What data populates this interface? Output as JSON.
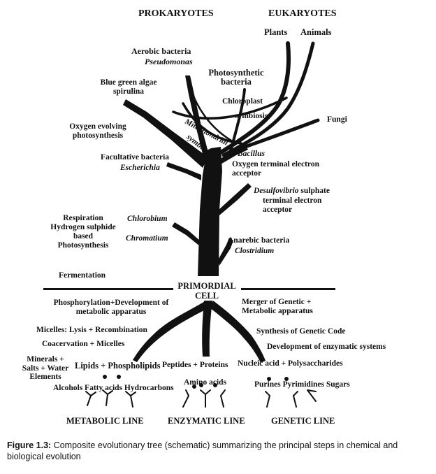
{
  "headers": {
    "prokaryotes": "PROKARYOTES",
    "eukaryotes": "EUKARYOTES",
    "plants": "Plants",
    "animals": "Animals"
  },
  "tree_labels": {
    "aerobic_bacteria": "Aerobic bacteria",
    "pseudomonas": "Pseudomonas",
    "photosynthetic_bacteria": "Photosynthetic\nbacteria",
    "blue_green_algae": "Blue green algae\nspirulina",
    "chloroplast": "Chloroplast",
    "symbiosis_1": "symbiosis",
    "mitochondrial": "Mitochondrial",
    "symbiosis_2": "symbiosis",
    "fungi": "Fungi",
    "oxygen_evolving": "Oxygen evolving\nphotosynthesis",
    "bacillus": "Bacillus",
    "oxygen_terminal": "Oxygen terminal electron\nacceptor",
    "facultative_bacteria": "Facultative bacteria",
    "escherichia": "Escherichia",
    "desulfovibrio": "Desulfovibrio",
    "sulphate_terminal_1": " sulphate",
    "sulphate_terminal_2": "terminal electron\nacceptor",
    "respiration": "Respiration\nHydrogen sulphide\nbased\nPhotosynthesis",
    "chlorobium": "Chlorobium",
    "chromatium": "Chromatium",
    "anaerobic_bacteria": "Anarebic bacteria",
    "clostridium": "Clostridium",
    "fermentation": "Fermentation"
  },
  "primordial_cell": "PRIMORDIAL\nCELL",
  "root_labels": {
    "phosphorylation": "Phosphorylation+Development of\nmetabolic apparatus",
    "merger": "Merger of Genetic +\nMetabolic apparatus",
    "micelles_lysis": "Micelles: Lysis + Recombination",
    "coacervation": "Coacervation + Micelles",
    "synthesis_code": "Synthesis of Genetic Code",
    "enzymatic_systems": "Development of enzymatic systems",
    "minerals": "Minerals +\nSalts + Water\nElements",
    "lipids": "Lipids + Phospholipids",
    "peptides": "Peptides + Proteins",
    "nucleic": "Nucleic acid + Polysaccharides",
    "alcohols": "Alcohols Fatty acids Hydrocarbons",
    "amino": "Amino acids",
    "purines": "Purines Pyrimidines Sugars"
  },
  "lines": {
    "metabolic": "METABOLIC LINE",
    "enzymatic": "ENZYMATIC LINE",
    "genetic": "GENETIC LINE"
  },
  "caption": {
    "label": "Figure 1.3:",
    "text": " Composite evolutionary tree (schematic) summarizing the principal steps in chemical and biological evolution"
  },
  "colors": {
    "ink": "#111111",
    "background": "#ffffff"
  }
}
